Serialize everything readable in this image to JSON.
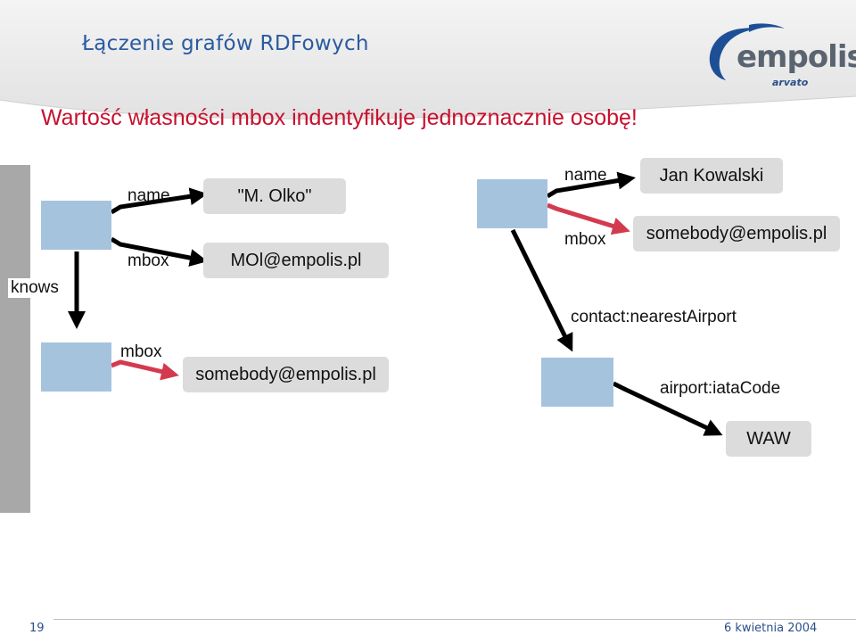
{
  "header": {
    "title": "Łączenie grafów RDFowych",
    "subtitle": "Wartość własności mbox indentyfikuje jednoznacznie osobę!"
  },
  "logo": {
    "word": "empolis",
    "sub": "arvato"
  },
  "left_graph": {
    "edge_name": "name",
    "edge_mbox": "mbox",
    "edge_knows": "knows",
    "edge_mbox2": "mbox",
    "literal_name": "\"M. Olko\"",
    "literal_mbox": "MOl@empolis.pl",
    "literal_mbox2": "somebody@empolis.pl"
  },
  "right_graph": {
    "edge_name": "name",
    "edge_mbox": "mbox",
    "edge_airport": "contact:nearestAirport",
    "edge_iata": "airport:iataCode",
    "literal_name": "Jan Kowalski",
    "literal_mbox": "somebody@empolis.pl",
    "literal_iata": "WAW"
  },
  "colors": {
    "node_fill": "#a6c3de",
    "literal_fill": "#dcdcdc",
    "highlight_arrow": "#d43a4e",
    "title_blue": "#2a5aa0",
    "subtitle_red": "#c8102e"
  },
  "footer": {
    "page": "19",
    "date": "6 kwietnia 2004"
  }
}
